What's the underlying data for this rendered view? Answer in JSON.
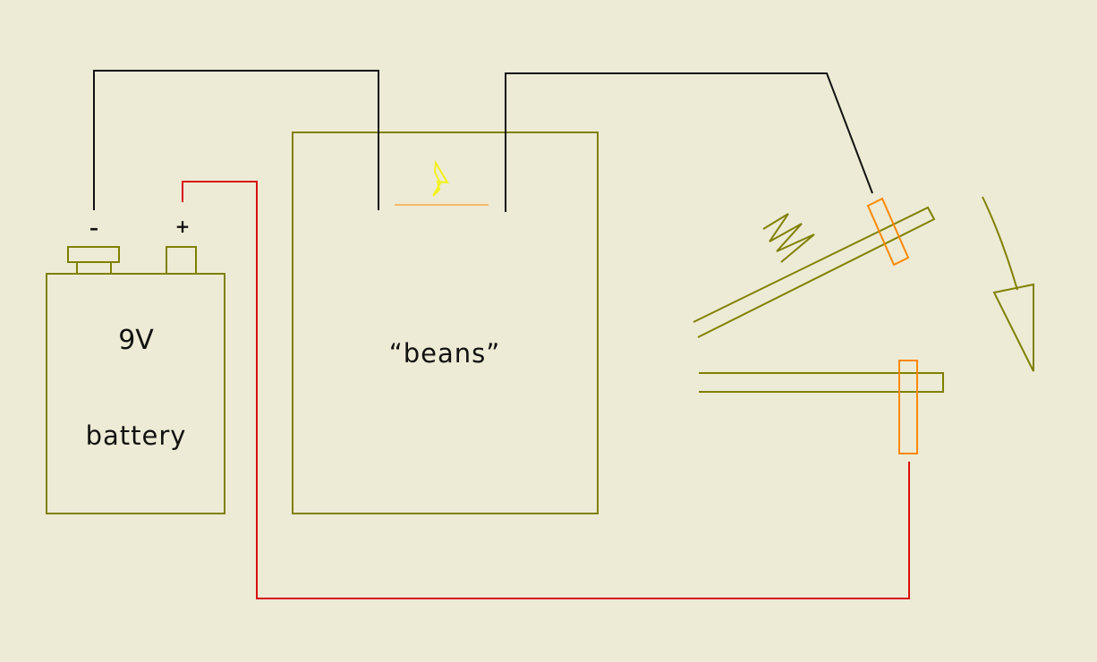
{
  "colors": {
    "background": "#edebd5",
    "component": "#808000",
    "wire_black": "#111111",
    "wire_red": "#d81010",
    "contact": "#ff8800",
    "spark": "#f2f21a"
  },
  "battery": {
    "voltage_label": "9V",
    "name_label": "battery",
    "minus_label": "–",
    "plus_label": "+"
  },
  "container": {
    "label": "“beans”"
  },
  "icons": [
    "spark-icon",
    "spring-icon",
    "rotation-arrow-icon"
  ]
}
